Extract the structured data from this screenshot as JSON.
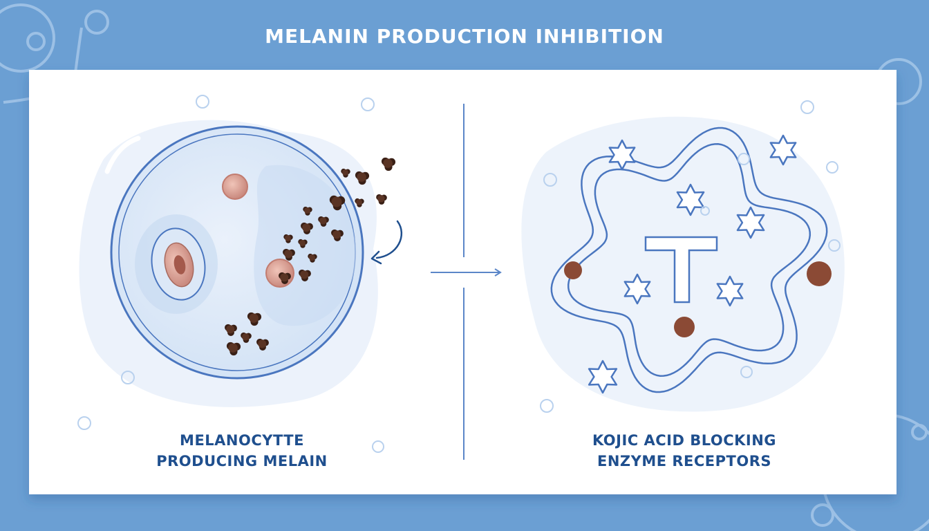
{
  "title": "MELANIN PRODUCTION INHIBITION",
  "left_panel": {
    "caption_line1": "MELANOCYTTE",
    "caption_line2": "PRODUCING MELAIN"
  },
  "right_panel": {
    "caption_line1": "KOJIC ACID BLOCKING",
    "caption_line2": "ENZYME RECEPTORS"
  },
  "colors": {
    "background": "#6b9fd3",
    "card": "#ffffff",
    "outline": "#4a76bf",
    "cell_fill": "#dfeaf8",
    "nucleus": "#c9897e",
    "melanin": "#3a2016",
    "receptor_dot": "#8b4a35",
    "caption": "#1f4f8e"
  },
  "icons": {
    "granule": "melanin-granule-icon",
    "star": "star-icon",
    "enzyme": "t-shape-icon"
  }
}
